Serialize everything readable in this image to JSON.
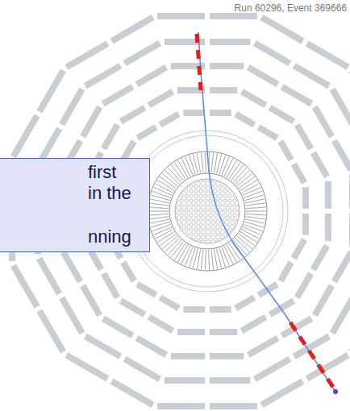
{
  "diagram": {
    "title": "Run 60296, Event 369666",
    "nodes": [
      {
        "text": [
          "first",
          "in the",
          "nning"
        ]
      }
    ]
  }
}
